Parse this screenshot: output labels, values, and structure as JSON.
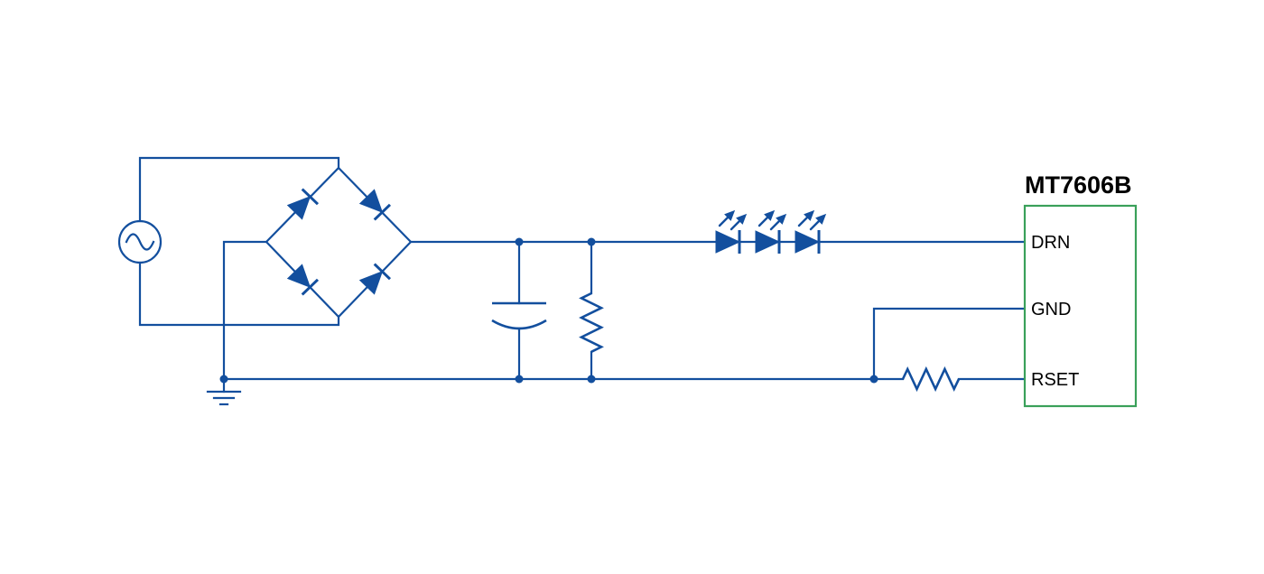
{
  "colors": {
    "wire": "#134f9e",
    "ic_border": "#3aa05a",
    "text": "#000000",
    "background": "#ffffff"
  },
  "ic": {
    "title": "MT7606B",
    "pins": [
      {
        "label": "DRN"
      },
      {
        "label": "GND"
      },
      {
        "label": "RSET"
      }
    ]
  }
}
